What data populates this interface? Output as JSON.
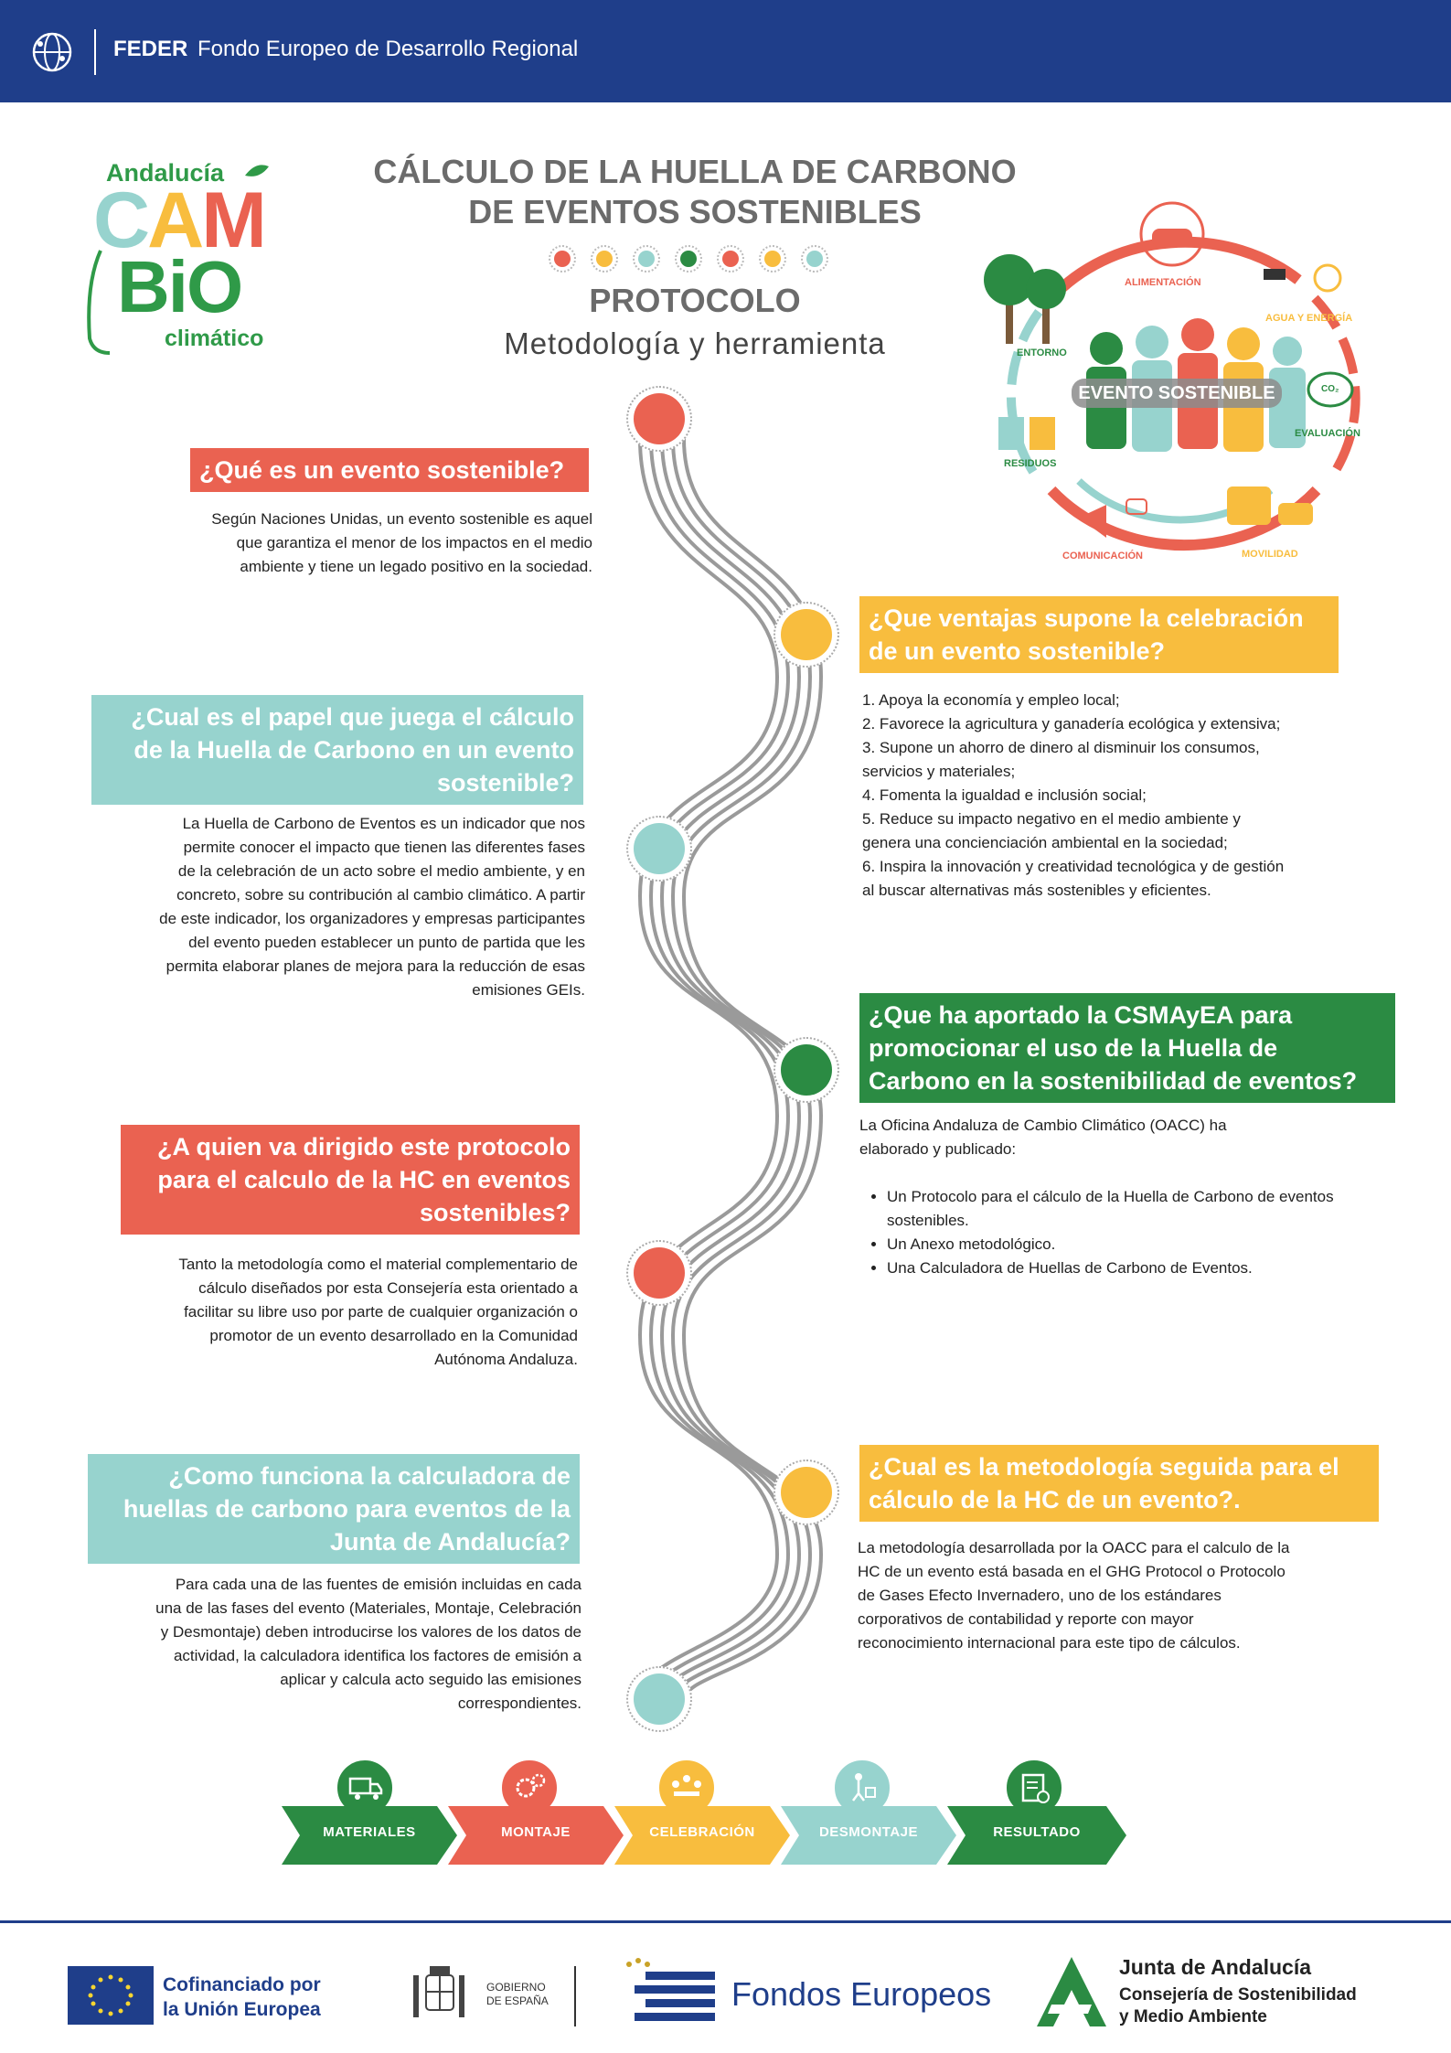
{
  "header": {
    "feder": "FEDER",
    "fondo": "Fondo Europeo de Desarrollo Regional"
  },
  "logo": {
    "andalucia": "Andalucía",
    "cam_c": "C",
    "cam_a": "A",
    "cam_m": "M",
    "bio": "BiO",
    "climatico": "climático"
  },
  "title": {
    "line1": "CÁLCULO DE LA HUELLA DE CARBONO",
    "line2": "DE EVENTOS SOSTENIBLES",
    "protocolo": "PROTOCOLO",
    "subtitle": "Metodología y herramienta"
  },
  "colors": {
    "red": "#ea6251",
    "yellow": "#f8bd3e",
    "teal": "#97d3ce",
    "green": "#2b8b43",
    "navy": "#1f3e8a"
  },
  "diagram": {
    "center": "EVENTO SOSTENIBLE",
    "alimentacion": "ALIMENTACIÓN",
    "agua": "AGUA Y ENERGÍA",
    "entorno": "ENTORNO",
    "evaluacion": "EVALUACIÓN",
    "residuos": "RESIDUOS",
    "comunicacion": "COMUNICACIÓN",
    "movilidad": "MOVILIDAD",
    "co2": "CO₂"
  },
  "sections": {
    "s1": {
      "heading": "¿Qué es un evento sostenible?",
      "body": [
        "Según Naciones Unidas, un evento sostenible es aquel",
        "que garantiza el menor de los impactos en el medio",
        "ambiente y tiene un legado positivo en la sociedad."
      ]
    },
    "s2": {
      "heading": [
        "¿Que ventajas supone la celebración",
        "de un evento sostenible?"
      ],
      "items": [
        "1. Apoya la economía y empleo local;",
        "2. Favorece la agricultura y ganadería ecológica y extensiva;",
        "3. Supone un ahorro de dinero al disminuir los consumos,",
        "servicios y materiales;",
        "4. Fomenta la igualdad e inclusión social;",
        "5. Reduce su impacto negativo en el medio ambiente y",
        "genera una concienciación ambiental en la sociedad;",
        "6. Inspira la innovación y creatividad tecnológica y de gestión",
        "al buscar alternativas más sostenibles y eficientes."
      ]
    },
    "s3": {
      "heading": [
        "¿Cual es el papel que juega el cálculo",
        "de la Huella de Carbono en un evento",
        "sostenible?"
      ],
      "body": [
        "La Huella de Carbono de Eventos es un indicador que nos",
        "permite conocer el impacto que tienen las diferentes fases",
        "de la celebración de un acto sobre el medio ambiente, y en",
        "concreto, sobre su contribución al cambio climático. A partir",
        "de este indicador, los organizadores y empresas participantes",
        "del evento pueden establecer un punto de partida que les",
        "permita elaborar planes de mejora para la reducción de esas",
        "emisiones GEIs."
      ]
    },
    "s4": {
      "heading": [
        "¿Que ha aportado la CSMAyEA para",
        "promocionar el uso de la Huella de",
        "Carbono en la sostenibilidad de eventos?"
      ],
      "intro": [
        "La Oficina Andaluza de Cambio Climático (OACC) ha",
        "elaborado y publicado:"
      ],
      "bullets": [
        "Un Protocolo para el cálculo de la Huella de Carbono de eventos sostenibles.",
        "Un Anexo metodológico.",
        "Una Calculadora de Huellas de Carbono de Eventos."
      ]
    },
    "s5": {
      "heading": [
        "¿A quien va dirigido este protocolo",
        "para el calculo de la HC en eventos",
        "sostenibles?"
      ],
      "body": [
        "Tanto la metodología como el material complementario de",
        "cálculo diseñados por esta Consejería esta orientado a",
        "facilitar su libre uso por parte de cualquier organización o",
        "promotor de un evento desarrollado en la Comunidad",
        "Autónoma Andaluza."
      ]
    },
    "s6": {
      "heading": [
        "¿Cual es la metodología seguida para el",
        "cálculo de la HC de un evento?."
      ],
      "body": [
        "La metodología desarrollada por la OACC para el calculo de la",
        "HC de un evento está basada en el GHG Protocol o Protocolo",
        "de Gases Efecto Invernadero, uno de los estándares",
        "corporativos de contabilidad y reporte con mayor",
        "reconocimiento internacional para este tipo de cálculos."
      ]
    },
    "s7": {
      "heading": [
        "¿Como funciona la calculadora de",
        "huellas de carbono para eventos de la",
        "Junta de Andalucía?"
      ],
      "body": [
        "Para cada una de las fuentes de emisión incluidas en cada",
        "una de las fases del evento (Materiales, Montaje, Celebración",
        "y Desmontaje) deben introducirse los valores de los datos de",
        "actividad, la calculadora identifica los factores de emisión a",
        "aplicar y calcula acto seguido las emisiones",
        "correspondientes."
      ]
    }
  },
  "phases": [
    {
      "label": "MATERIALES",
      "icon": "truck-icon"
    },
    {
      "label": "MONTAJE",
      "icon": "gears-icon"
    },
    {
      "label": "CELEBRACIÓN",
      "icon": "meeting-icon"
    },
    {
      "label": "DESMONTAJE",
      "icon": "boxes-icon"
    },
    {
      "label": "RESULTADO",
      "icon": "checklist-icon"
    }
  ],
  "footer": {
    "eu1": "Cofinanciado por",
    "eu2": "la Unión Europea",
    "gob1": "GOBIERNO",
    "gob2": "DE ESPAÑA",
    "fondos": "Fondos Europeos",
    "junta": "Junta de Andalucía",
    "consejeria1": "Consejería de Sostenibilidad",
    "consejeria2": "y Medio Ambiente"
  }
}
